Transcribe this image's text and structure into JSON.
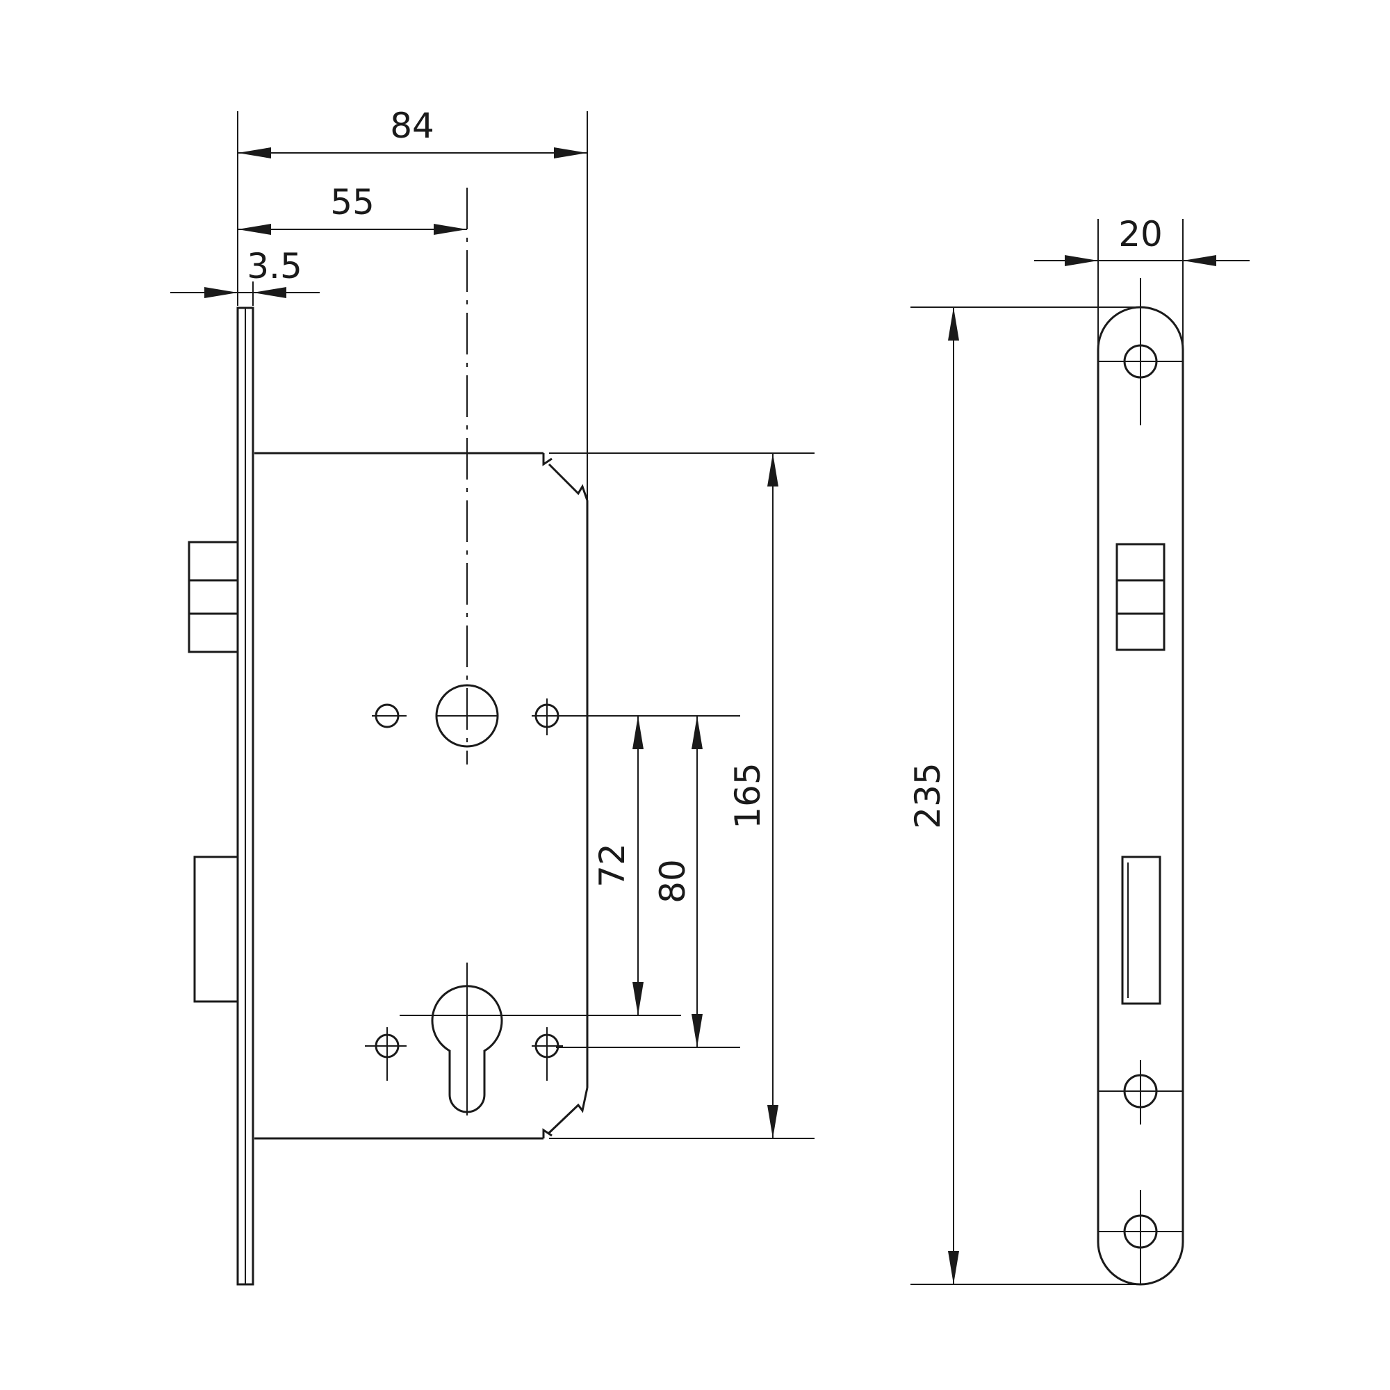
{
  "dimensions": {
    "backset_total": "84",
    "backset": "55",
    "faceplate_thickness": "3.5",
    "body_height": "165",
    "distance_a": "72",
    "distance_b": "80",
    "faceplate_length": "235",
    "faceplate_width": "20"
  },
  "colors": {
    "line": "#1a1a1a",
    "background": "#ffffff"
  }
}
